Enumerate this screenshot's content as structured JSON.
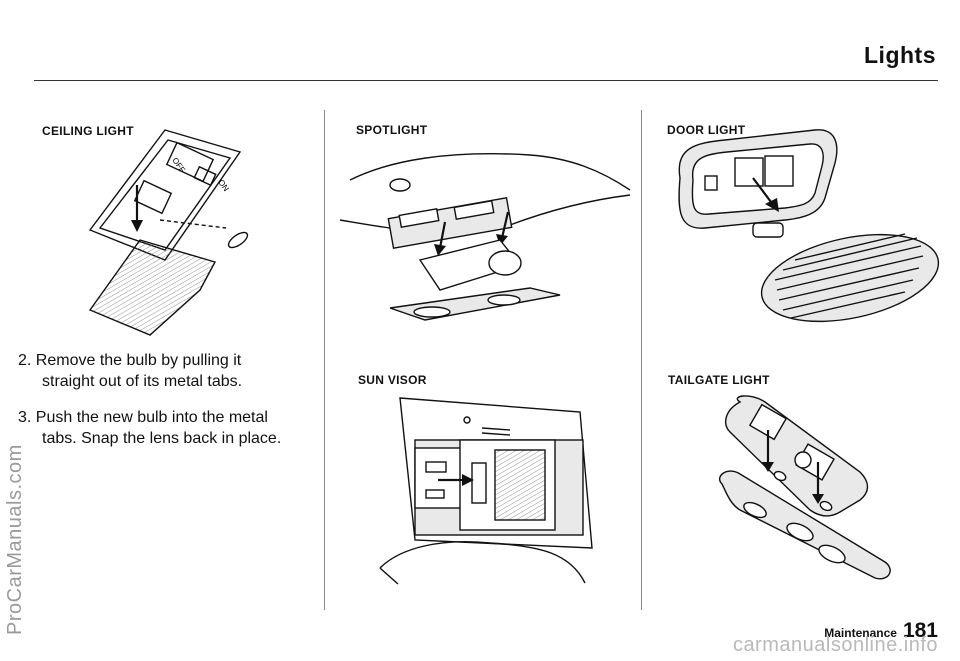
{
  "header": {
    "title": "Lights"
  },
  "figures": {
    "ceiling_light": {
      "label": "CEILING LIGHT",
      "markings": [
        "OFF",
        "ON"
      ]
    },
    "spotlight": {
      "label": "SPOTLIGHT"
    },
    "door_light": {
      "label": "DOOR LIGHT"
    },
    "sun_visor": {
      "label": "SUN VISOR"
    },
    "tailgate_light": {
      "label": "TAILGATE LIGHT"
    }
  },
  "steps": [
    {
      "number": "2.",
      "line1": "Remove the bulb by pulling it",
      "line2": "straight out of its metal tabs."
    },
    {
      "number": "3.",
      "line1": "Push the new bulb into the metal",
      "line2": "tabs. Snap the lens back in place."
    }
  ],
  "footer": {
    "section": "Maintenance",
    "page_number": "181"
  },
  "watermarks": {
    "side": "ProCarManuals.com",
    "bottom": "carmanualsonline.info"
  }
}
